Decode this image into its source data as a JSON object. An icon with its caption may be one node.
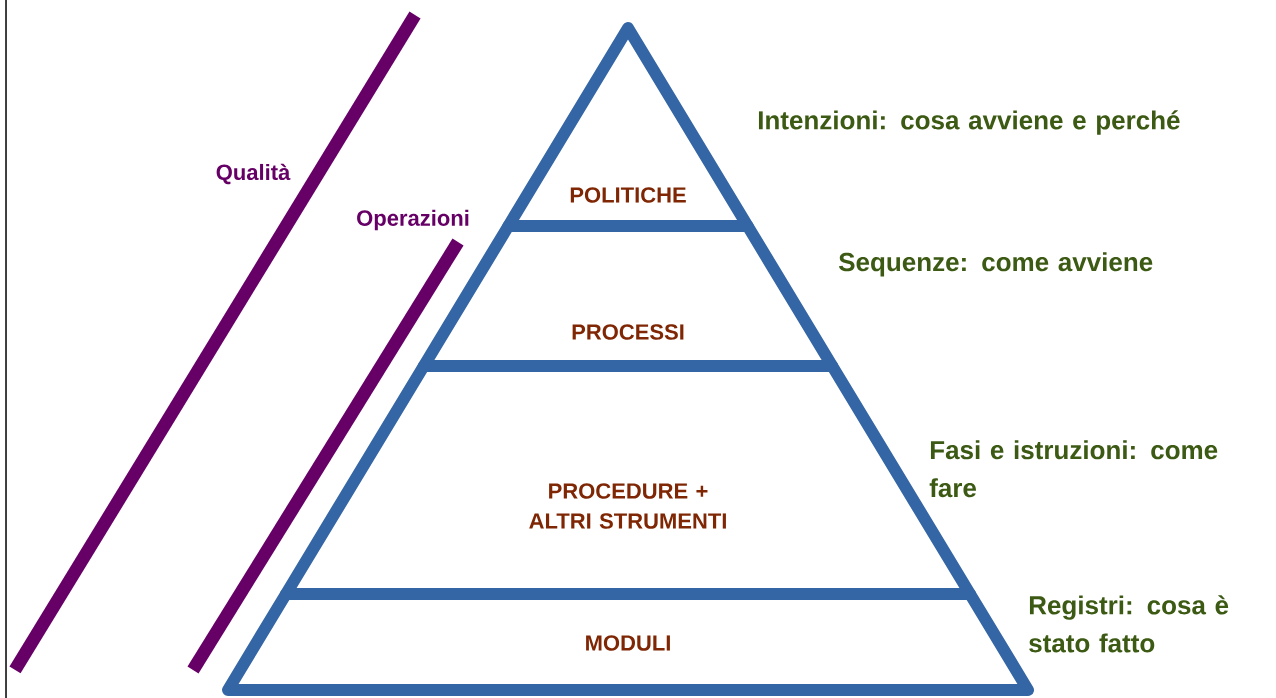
{
  "diagram": {
    "nodes": [
      {
        "text": [
          "POLITICHE"
        ],
        "beside": [
          "Intenzioni: cosa avviene e perché"
        ]
      },
      {
        "text": [
          "PROCESSI"
        ],
        "beside": [
          "Sequenze: come avviene"
        ]
      },
      {
        "text": [
          "PROCEDURE + ALTRI STRUMENTI"
        ],
        "beside": [
          "Fasi e istruzioni: come fare"
        ]
      },
      {
        "text": [
          "MODULI"
        ],
        "beside": [
          "Registri: cosa è stato fatto"
        ]
      }
    ],
    "labels": [
      "Qualità",
      "Operazioni"
    ]
  }
}
